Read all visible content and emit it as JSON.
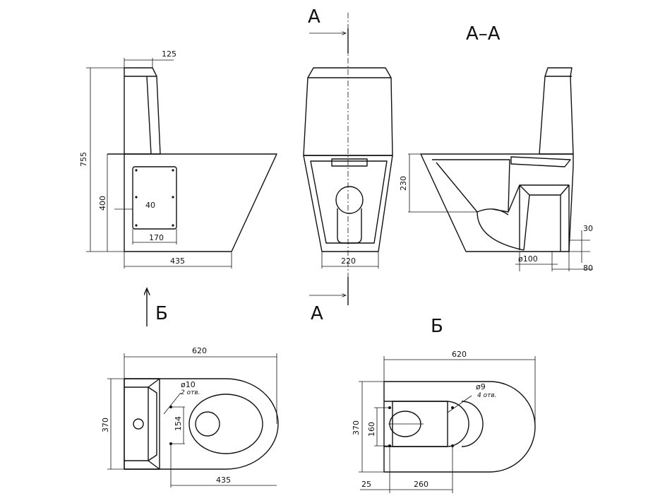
{
  "labels": {
    "section_top": "А",
    "section_bottom": "А",
    "section_title": "А–А",
    "view_b_arrow": "Б",
    "view_b_title": "Б"
  },
  "dimensions": {
    "side": {
      "top_width": "125",
      "height_total": "755",
      "height_bowl": "400",
      "plate_offset": "40",
      "plate_width": "170",
      "base_length": "435"
    },
    "front": {
      "base_width": "220"
    },
    "section": {
      "height": "230",
      "outlet_height": "30",
      "outlet_diameter": "ø100",
      "outlet_offset": "80"
    },
    "top": {
      "length": "620",
      "width": "370",
      "hole_spacing": "154",
      "hole_dia": "ø10",
      "hole_count": "2 отв.",
      "bowl_length": "435"
    },
    "bottom": {
      "length": "620",
      "width": "370",
      "hole_spacing_y": "160",
      "hole_dia": "ø9",
      "hole_count": "4 отв.",
      "offset_x": "25",
      "hole_spacing_x": "260"
    }
  }
}
